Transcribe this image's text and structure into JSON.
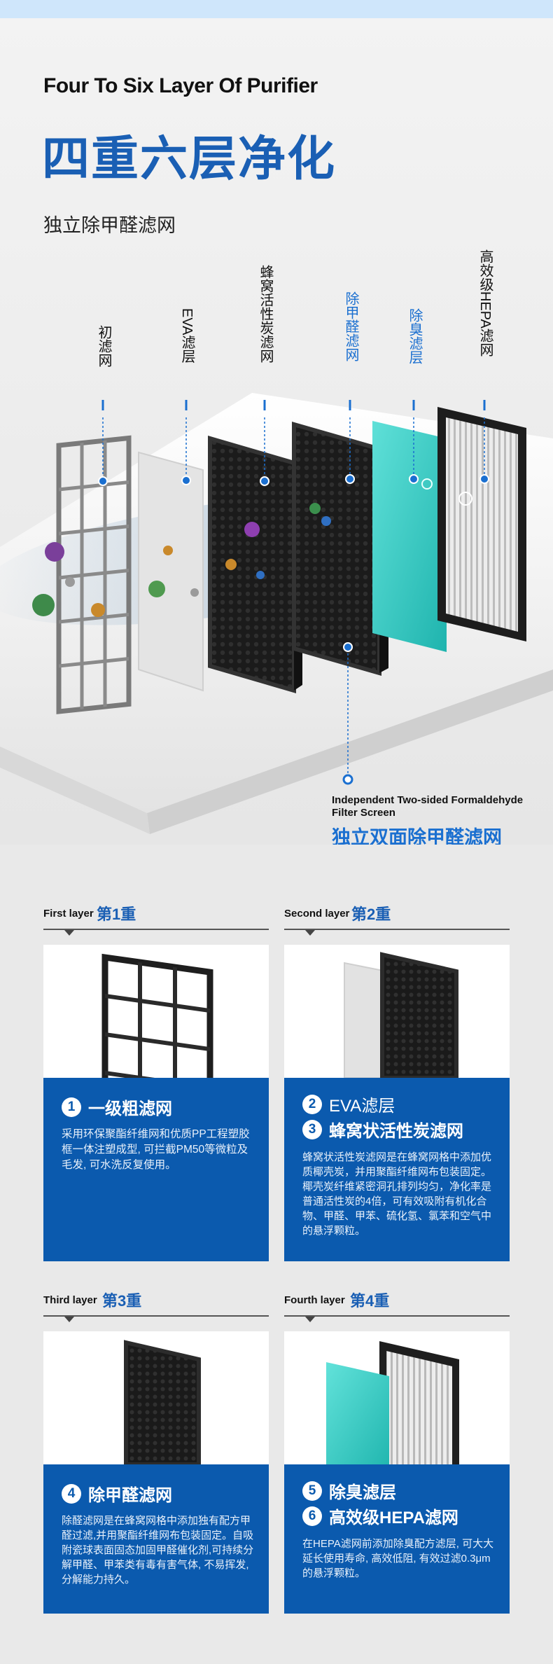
{
  "hero": {
    "title_en": "Four To Six Layer Of Purifier",
    "title_cn": "四重六层净化",
    "subtitle_cn": "独立除甲醛滤网",
    "labels": [
      {
        "text": "初滤网",
        "tone": "dark"
      },
      {
        "text": "EVA滤层",
        "tone": "dark"
      },
      {
        "text": "蜂窝活性炭滤网",
        "tone": "dark"
      },
      {
        "text": "除甲醛滤网",
        "tone": "blue"
      },
      {
        "text": "除臭滤层",
        "tone": "blue"
      },
      {
        "text": "高效级HEPA滤网",
        "tone": "dark"
      }
    ],
    "inset_en": "Independent Two-sided Formaldehyde Filter Screen",
    "inset_cn": "独立双面除甲醛滤网"
  },
  "layers": [
    {
      "head_en": "First layer",
      "head_cn": "第1重",
      "items": [
        {
          "num": "1",
          "title": "一级粗滤网"
        }
      ],
      "body": "采用环保聚酯纤维网和优质PP工程塑胶框一体注塑成型, 可拦截PM50等微粒及毛发, 可水洗反复使用。"
    },
    {
      "head_en": "Second layer",
      "head_cn": "第2重",
      "items": [
        {
          "num": "2",
          "title": "EVA滤层"
        },
        {
          "num": "3",
          "title": "蜂窝状活性炭滤网"
        }
      ],
      "body": "蜂窝状活性炭滤网是在蜂窝网格中添加优质椰壳炭，并用聚酯纤维网布包装固定。椰壳炭纤维紧密洞孔排列均匀，净化率是普通活性炭的4倍，可有效吸附有机化合物、甲醛、甲苯、硫化氢、氯苯和空气中的悬浮颗粒。"
    },
    {
      "head_en": "Third layer",
      "head_cn": "第3重",
      "items": [
        {
          "num": "4",
          "title": "除甲醛滤网"
        }
      ],
      "body": "除醛滤网是在蜂窝网格中添加独有配方甲醛过滤,并用聚酯纤维网布包装固定。自吸附瓷球表面固态加固甲醛催化剂,可持续分解甲醛、甲苯类有毒有害气体, 不易挥发, 分解能力持久。"
    },
    {
      "head_en": "Fourth layer",
      "head_cn": "第4重",
      "items": [
        {
          "num": "5",
          "title": "除臭滤层"
        },
        {
          "num": "6",
          "title": "高效级HEPA滤网"
        }
      ],
      "body": "在HEPA滤网前添加除臭配方滤层, 可大大延长使用寿命, 高效低阻, 有效过滤0.3μm的悬浮颗粒。"
    }
  ],
  "colors": {
    "brand_blue": "#1a5fb4",
    "card_blue": "#0b5aae",
    "teal": "#3cc9c4"
  }
}
